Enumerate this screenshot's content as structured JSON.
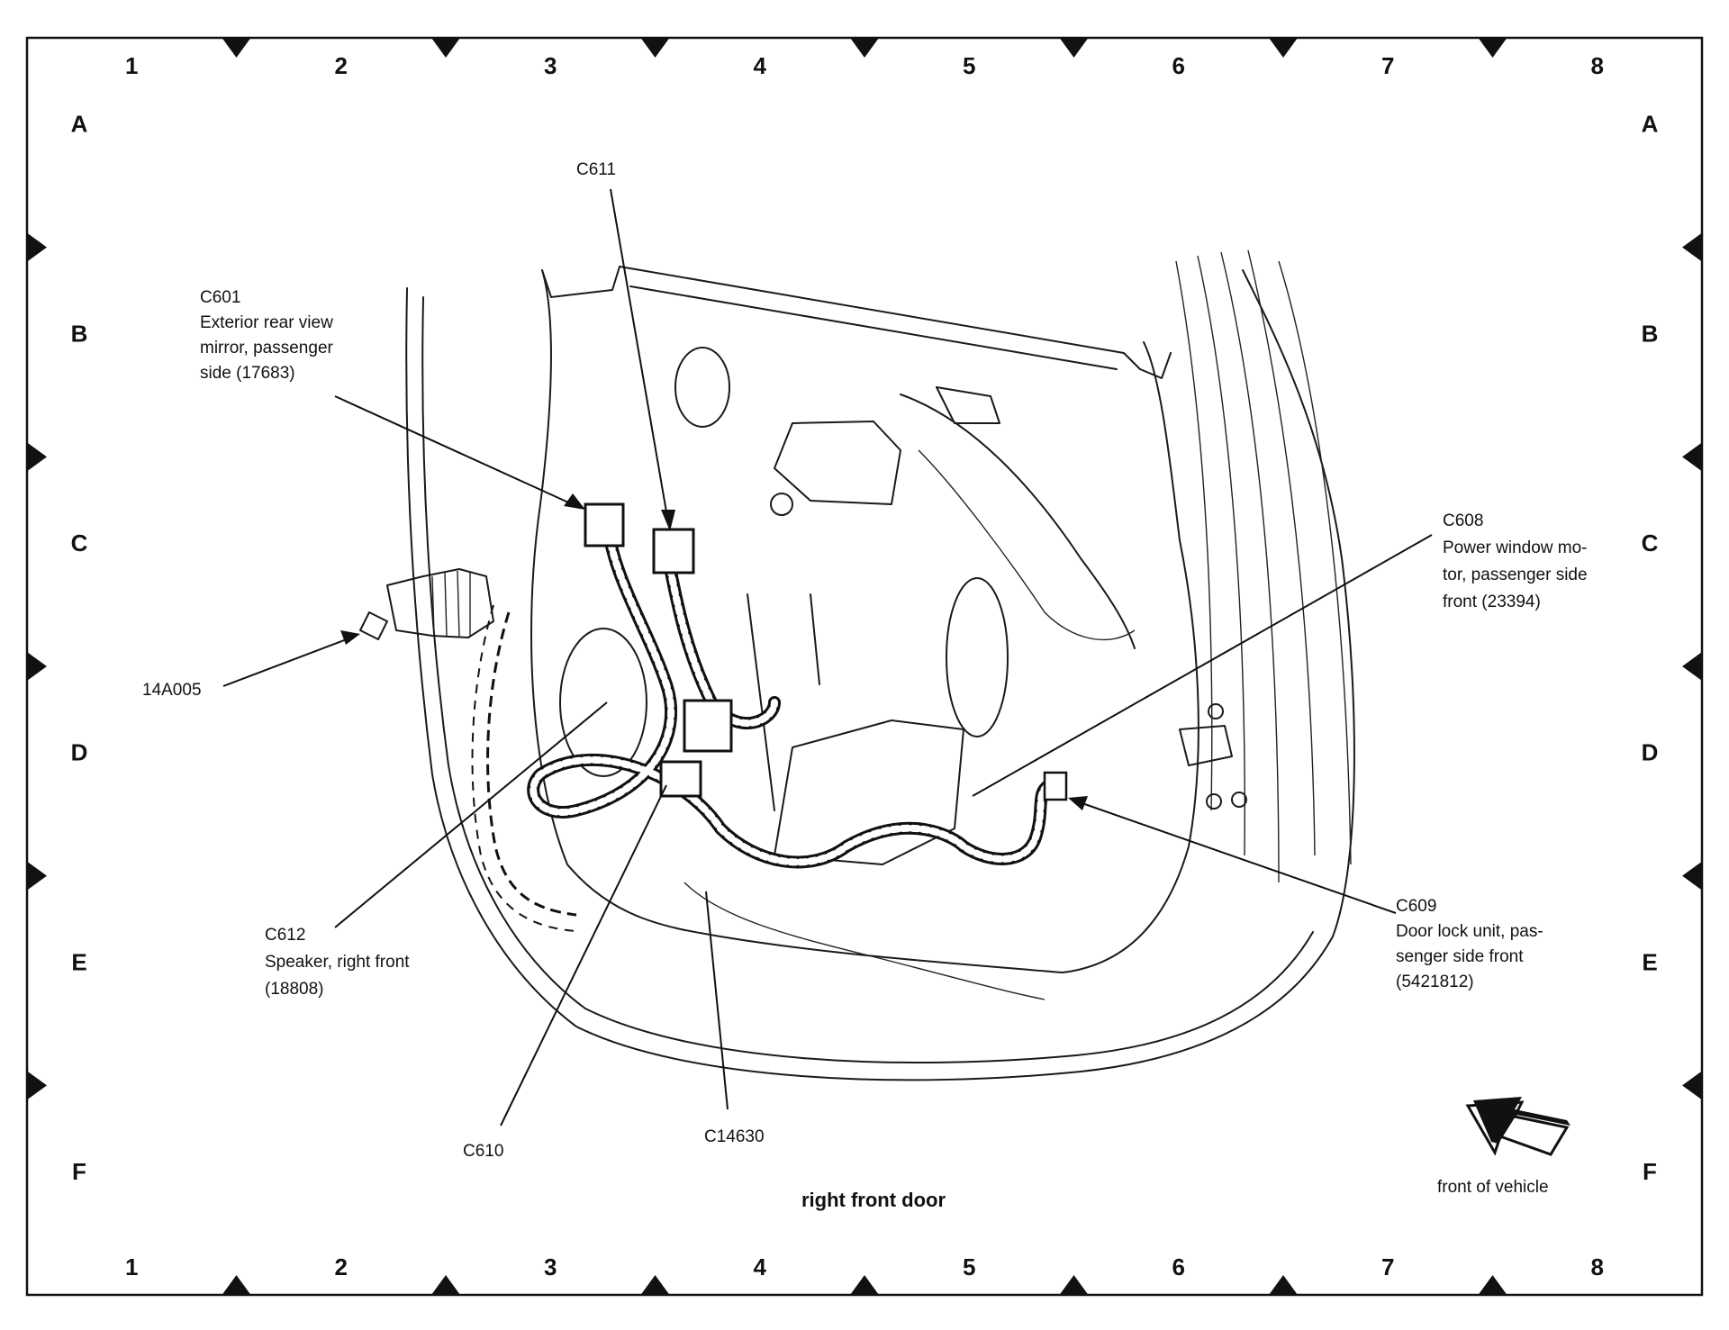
{
  "diagram": {
    "title": "right front door",
    "grid": {
      "columns": [
        "1",
        "2",
        "3",
        "4",
        "5",
        "6",
        "7",
        "8"
      ],
      "rows": [
        "A",
        "B",
        "C",
        "D",
        "E",
        "F"
      ]
    },
    "callouts": [
      {
        "id": "c601",
        "lines": [
          "C601",
          "Exterior rear view",
          "mirror, passenger",
          "side (17683)"
        ]
      },
      {
        "id": "c611",
        "lines": [
          "C611"
        ]
      },
      {
        "id": "c608",
        "lines": [
          "C608",
          "Power window mo-",
          "tor, passenger side",
          "front (23394)"
        ]
      },
      {
        "id": "14a005",
        "lines": [
          "14A005"
        ]
      },
      {
        "id": "c612",
        "lines": [
          "C612",
          "Speaker, right front",
          "(18808)"
        ]
      },
      {
        "id": "c609",
        "lines": [
          "C609",
          "Door lock unit, pas-",
          "senger side front",
          "(5421812)"
        ]
      },
      {
        "id": "c610",
        "lines": [
          "C610"
        ]
      },
      {
        "id": "c14630",
        "lines": [
          "C14630"
        ]
      }
    ],
    "orientation_label": "front of vehicle"
  }
}
